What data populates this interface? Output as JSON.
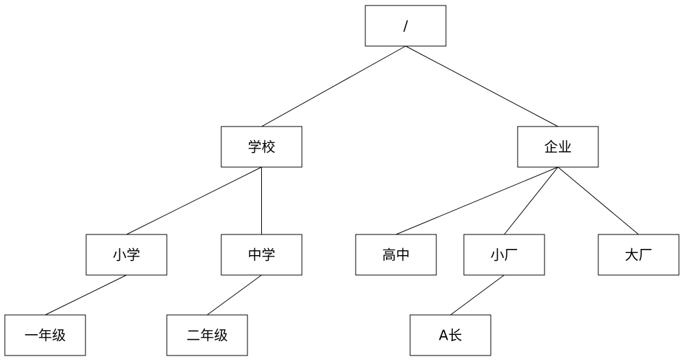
{
  "diagram": {
    "nodes": {
      "root": {
        "label": "/"
      },
      "school": {
        "label": "学校"
      },
      "enterprise": {
        "label": "企业"
      },
      "primary": {
        "label": "小学"
      },
      "middle": {
        "label": "中学"
      },
      "high": {
        "label": "高中"
      },
      "small_factory": {
        "label": "小厂"
      },
      "big_factory": {
        "label": "大厂"
      },
      "grade_one": {
        "label": "一年级"
      },
      "grade_two": {
        "label": "二年级"
      },
      "a_chief": {
        "label": "A长"
      }
    },
    "edges": [
      [
        "root",
        "school"
      ],
      [
        "root",
        "enterprise"
      ],
      [
        "school",
        "primary"
      ],
      [
        "school",
        "middle"
      ],
      [
        "enterprise",
        "high"
      ],
      [
        "enterprise",
        "small_factory"
      ],
      [
        "enterprise",
        "big_factory"
      ],
      [
        "primary",
        "grade_one"
      ],
      [
        "middle",
        "grade_two"
      ],
      [
        "small_factory",
        "a_chief"
      ]
    ],
    "colors": {
      "stroke": "#000000",
      "fill": "#ffffff",
      "text": "#000000"
    }
  }
}
